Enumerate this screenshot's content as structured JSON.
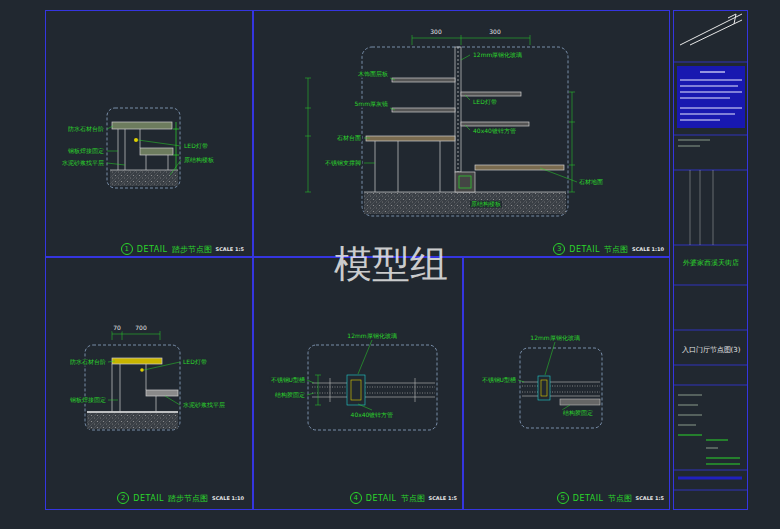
{
  "diagram": {
    "nodes": [
      {
        "text": [
          "1",
          "DETAIL",
          "踏步节点图",
          "SCALE 1:5"
        ]
      },
      {
        "text": [
          "3",
          "DETAIL",
          "节点图",
          "SCALE 1:10"
        ]
      },
      {
        "text": [
          "外婆家西溪天街店",
          "入口门厅节点图(3)"
        ]
      },
      {
        "text": [
          "2",
          "DETAIL",
          "踏步节点图",
          "SCALE 1:10"
        ]
      },
      {
        "text": [
          "4",
          "DETAIL",
          "节点图",
          "SCALE 1:5"
        ]
      },
      {
        "text": [
          "5",
          "DETAIL",
          "节点图",
          "SCALE 1:5"
        ]
      }
    ],
    "labels": [
      "模型组",
      "300",
      "300",
      "70",
      "700",
      "防水石材台阶",
      "钢板焊接固定",
      "水泥砂浆找平层",
      "LED灯带",
      "原结构楼板",
      "12mm厚钢化玻璃",
      "木饰面层板",
      "5mm厚灰镜",
      "石材台面",
      "不锈钢支撑脚",
      "LED灯带",
      "40x40镀锌方管",
      "石材地面",
      "原结构楼板",
      "防水石材台阶",
      "LED灯带",
      "钢板焊接固定",
      "水泥砂浆找平层",
      "12mm厚钢化玻璃",
      "不锈钢U型槽",
      "结构胶固定",
      "40x40镀锌方管",
      "12mm厚钢化玻璃",
      "不锈钢U型槽",
      "结构胶固定"
    ]
  }
}
